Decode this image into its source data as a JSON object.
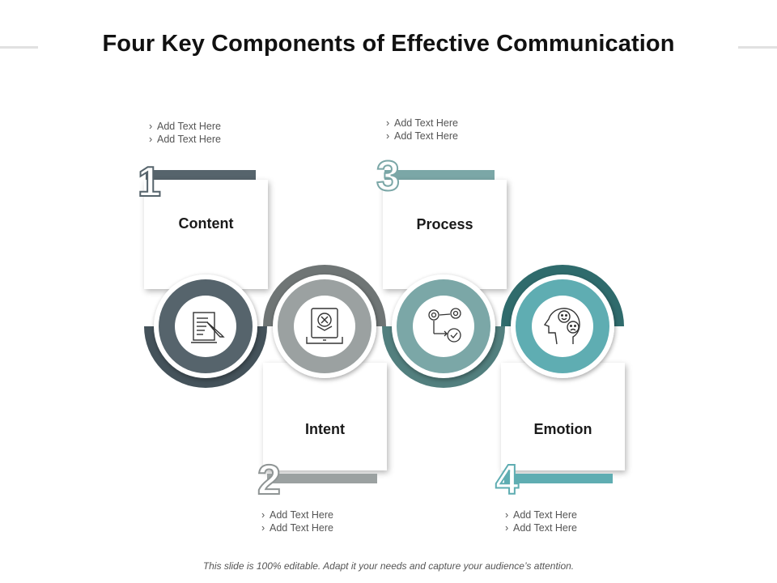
{
  "title": "Four Key Components of Effective Communication",
  "footer": "This slide is 100% editable. Adapt it your needs and capture your audience’s attention.",
  "components": [
    {
      "number": "1",
      "label": "Content",
      "icon": "document-edit-icon",
      "color": "#56646c",
      "bullets": [
        "Add Text Here",
        "Add Text Here"
      ]
    },
    {
      "number": "2",
      "label": "Intent",
      "icon": "tablet-target-icon",
      "color": "#9ba1a1",
      "bullets": [
        "Add Text Here",
        "Add Text Here"
      ]
    },
    {
      "number": "3",
      "label": "Process",
      "icon": "gears-workflow-icon",
      "color": "#7ba7a7",
      "bullets": [
        "Add Text Here",
        "Add Text Here"
      ]
    },
    {
      "number": "4",
      "label": "Emotion",
      "icon": "head-emotions-icon",
      "color": "#5fadb2",
      "bullets": [
        "Add Text Here",
        "Add Text Here"
      ]
    }
  ]
}
